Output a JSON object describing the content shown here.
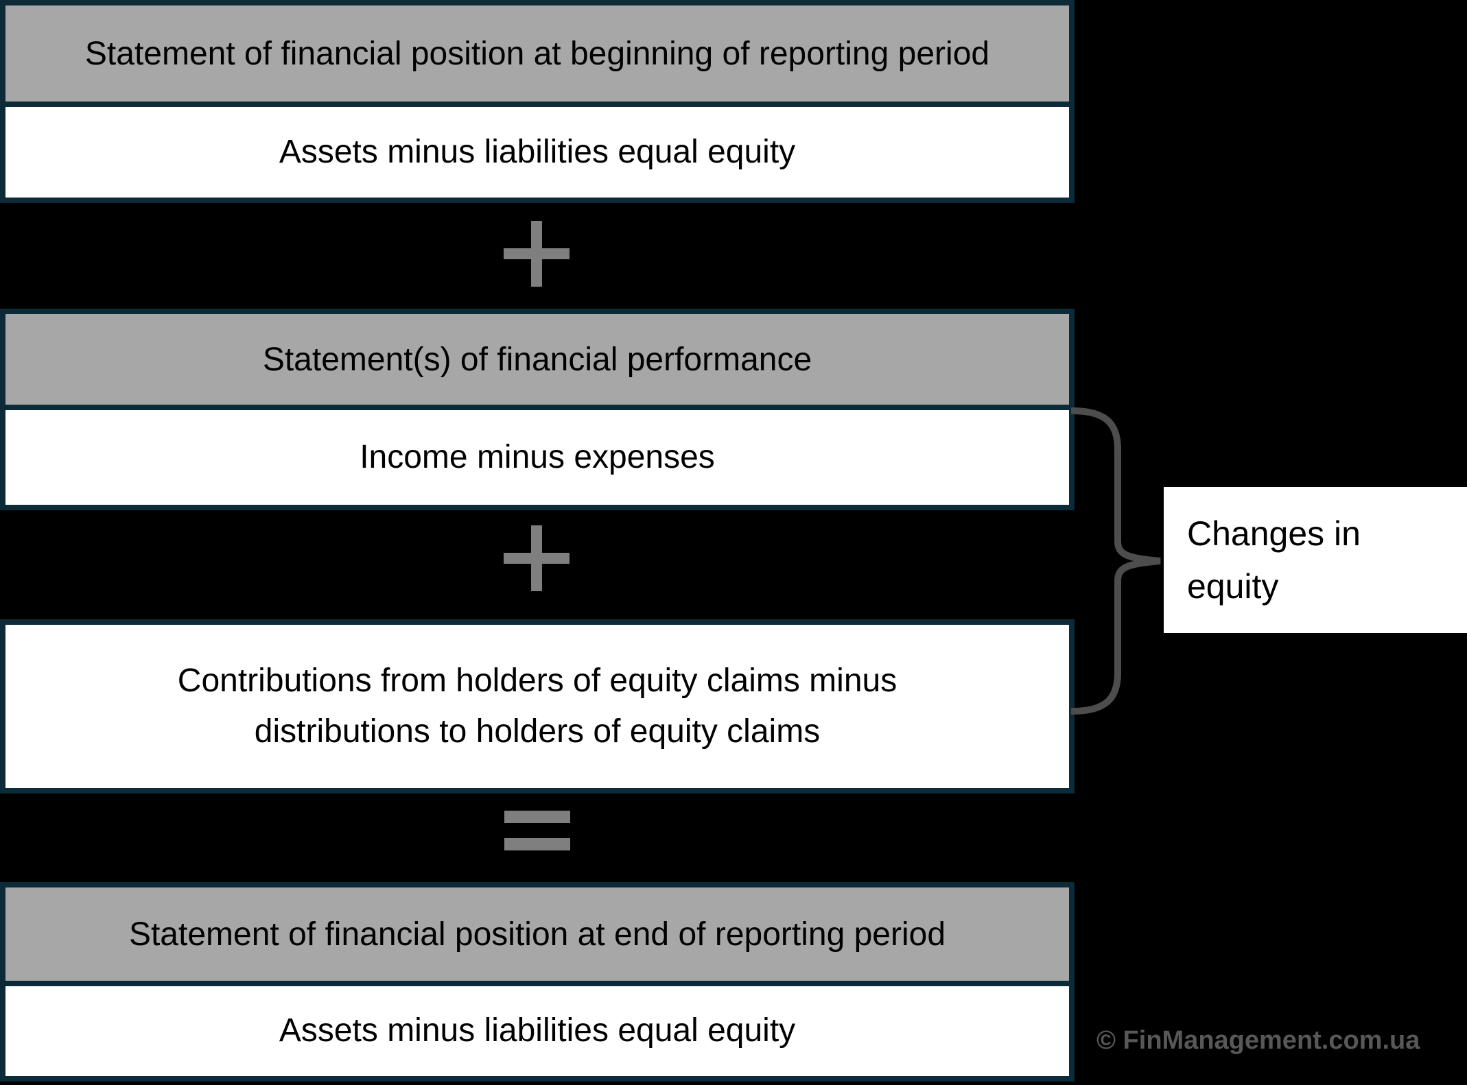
{
  "diagram": {
    "boxes": [
      {
        "header": "Statement of financial position at beginning of reporting period",
        "body": "Assets minus liabilities equal equity"
      },
      {
        "header": "Statement(s) of financial performance",
        "body": "Income minus expenses"
      },
      {
        "body": "Contributions from holders of equity claims minus distributions to holders of equity claims"
      },
      {
        "header": "Statement of financial position at end of reporting period",
        "body": "Assets minus liabilities equal equity"
      }
    ],
    "operators": [
      {
        "icon": "plus-icon",
        "symbol": "+",
        "position": "between boxes 1 and 2"
      },
      {
        "icon": "plus-icon",
        "symbol": "+",
        "position": "between boxes 2 and 3"
      },
      {
        "icon": "equals-icon",
        "symbol": "=",
        "position": "between boxes 3 and 4"
      }
    ],
    "callout": {
      "line1": "Changes in",
      "line2": "equity",
      "full_text": "Changes in equity",
      "brace_icon": "right-curly-brace-icon"
    },
    "watermark": {
      "text": "© FinManagement.com.ua"
    },
    "colors": {
      "background": "#000000",
      "box_border": "#0d2a39",
      "header_fill": "#a7a7a7",
      "body_fill": "#ffffff",
      "text": "#000000",
      "operator_gray": "#7f7f7f",
      "brace_gray": "#4d4d4d",
      "watermark_gray": "#585858"
    }
  }
}
